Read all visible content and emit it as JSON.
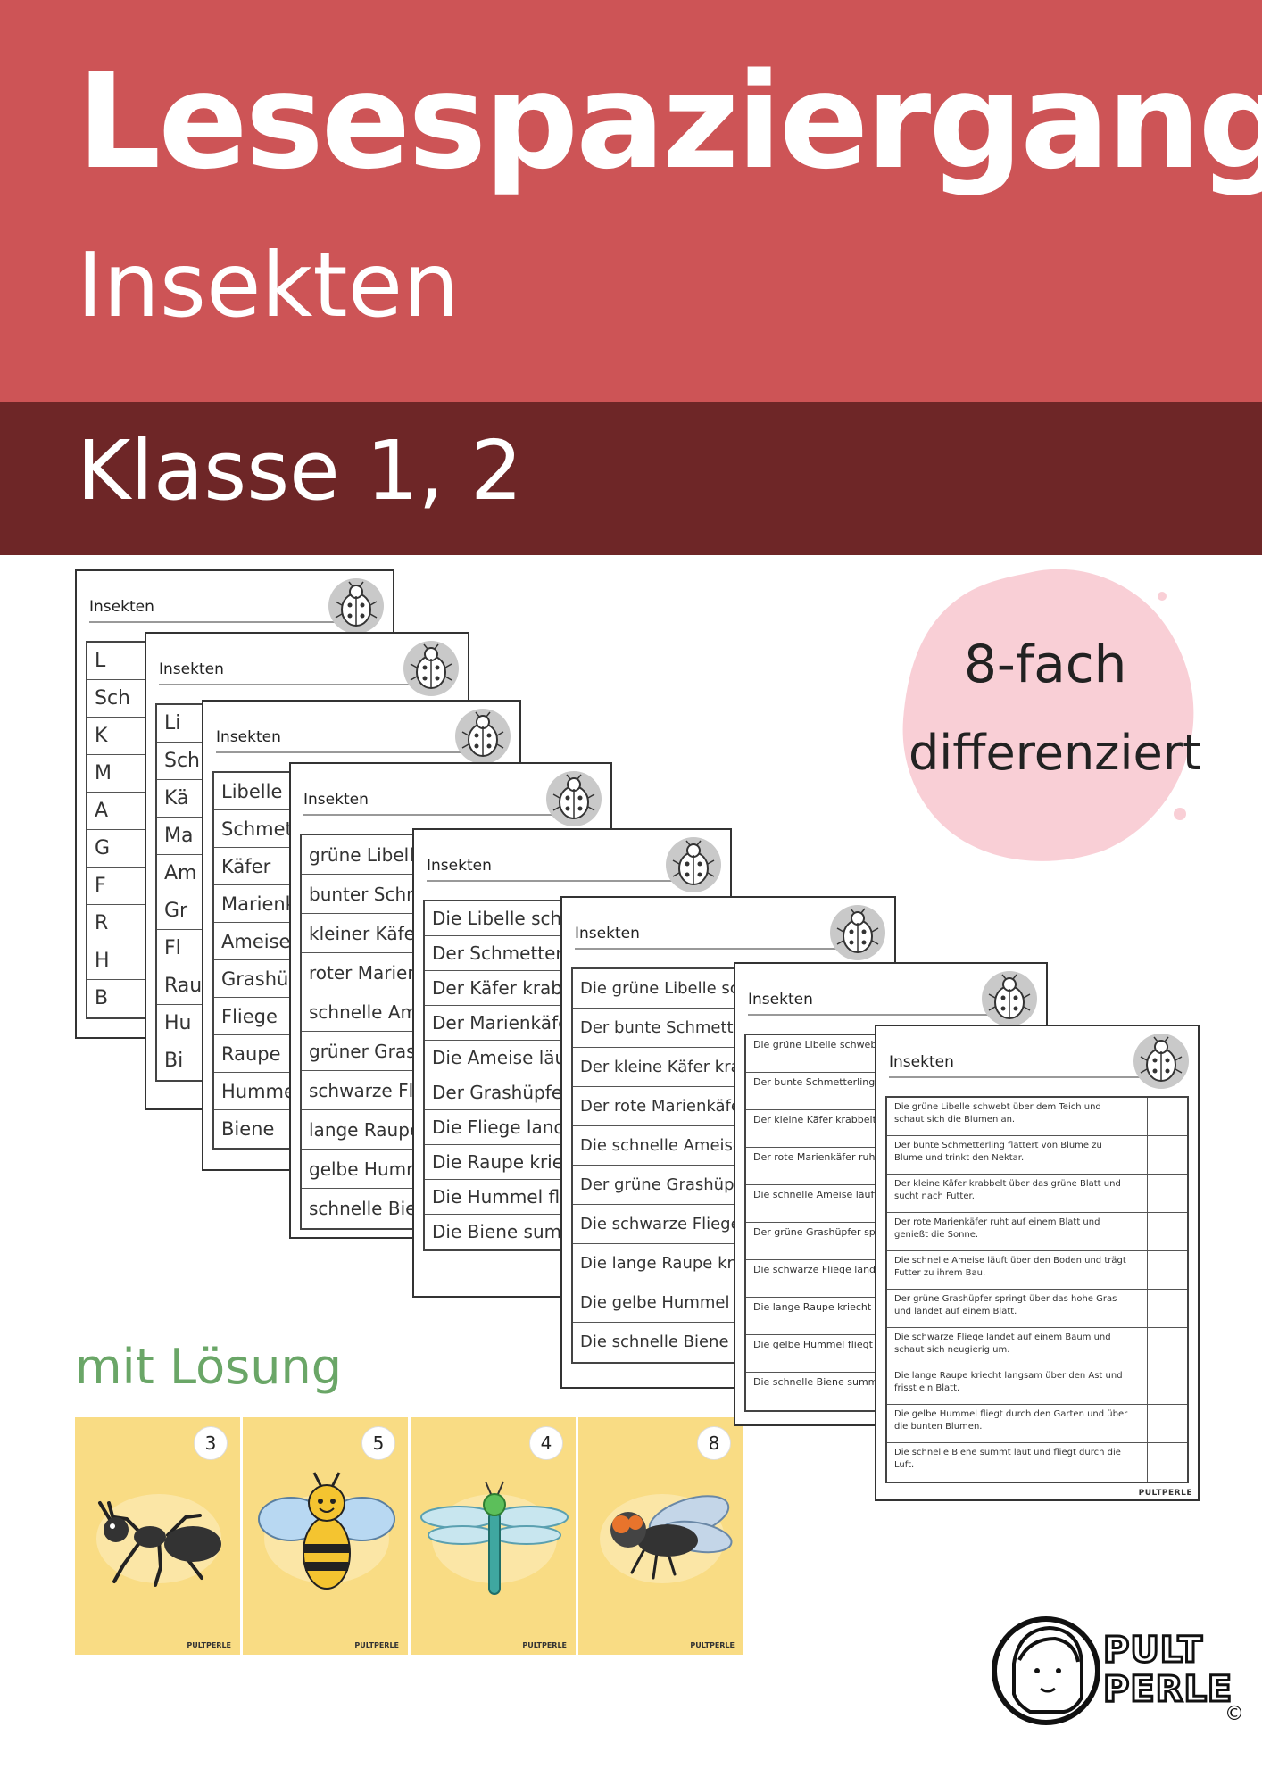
{
  "header": {
    "title": "Lesespaziergang",
    "subtitle": "Insekten",
    "grade": "Klasse 1, 2"
  },
  "sheet_title": "Insekten",
  "sheets": [
    {
      "rows": [
        "L",
        "Sch",
        "K",
        "M",
        "A",
        "G",
        "F",
        "R",
        "H",
        "B"
      ]
    },
    {
      "rows": [
        "Li",
        "Schm",
        "Kä",
        "Ma",
        "Am",
        "Gr",
        "Fl",
        "Rau",
        "Hu",
        "Bi"
      ]
    },
    {
      "rows": [
        "Libelle",
        "Schmetterling",
        "Käfer",
        "Marienkäfer",
        "Ameise",
        "Grashüpfer",
        "Fliege",
        "Raupe",
        "Hummel",
        "Biene"
      ]
    },
    {
      "rows": [
        "grüne Libelle",
        "bunter Schmetterling",
        "kleiner Käfer",
        "roter Marienkäfer",
        "schnelle Ameise",
        "grüner Grashüpfer",
        "schwarze Fliege",
        "lange Raupe",
        "gelbe Hummel",
        "schnelle Biene"
      ]
    },
    {
      "rows": [
        "Die Libelle schwebt.",
        "Der Schmetterling flattert.",
        "Der Käfer krabbelt.",
        "Der Marienkäfer ruht.",
        "Die Ameise läuft.",
        "Der Grashüpfer springt.",
        "Die Fliege landet.",
        "Die Raupe kriecht.",
        "Die Hummel fliegt.",
        "Die Biene summt."
      ]
    },
    {
      "rows": [
        "Die grüne Libelle schwebt.",
        "Der bunte Schmetterling flattert.",
        "Der kleine Käfer krabbelt.",
        "Der rote Marienkäfer ruht.",
        "Die schnelle Ameise läuft.",
        "Der grüne Grashüpfer springt.",
        "Die schwarze Fliege landet.",
        "Die lange Raupe kriecht.",
        "Die gelbe Hummel fliegt.",
        "Die schnelle Biene summt."
      ]
    },
    {
      "rows": [
        "Die grüne Libelle schwebt über",
        "Der bunte Schmetterling flattert",
        "Der kleine Käfer krabbelt über",
        "Der rote Marienkäfer ruht auf",
        "Die schnelle Ameise läuft über",
        "Der grüne Grashüpfer springt",
        "Die schwarze Fliege landet auf",
        "Die lange Raupe kriecht lang",
        "Die gelbe Hummel fliegt durch",
        "Die schnelle Biene summt laut"
      ]
    },
    {
      "rows": [
        "Die grüne Libelle schwebt über dem Teich und schaut sich die Blumen an.",
        "Der bunte Schmetterling flattert von Blume zu Blume und trinkt den Nektar.",
        "Der kleine Käfer krabbelt über das grüne Blatt und sucht nach Futter.",
        "Der rote Marienkäfer ruht auf einem Blatt und genießt die Sonne.",
        "Die schnelle Ameise läuft über den Boden und trägt Futter zu ihrem Bau.",
        "Der grüne Grashüpfer springt über das hohe Gras und landet auf einem Blatt.",
        "Die schwarze Fliege landet auf einem Baum und schaut sich neugierig um.",
        "Die lange Raupe kriecht langsam über den Ast und frisst ein Blatt.",
        "Die gelbe Hummel fliegt durch den Garten und über die bunten Blumen.",
        "Die schnelle Biene summt laut und fliegt durch die Luft."
      ]
    }
  ],
  "badge": {
    "line1": "8-fach",
    "line2": "differenziert"
  },
  "solution_label": "mit Lösung",
  "cards": [
    {
      "number": "3",
      "insect": "ant-icon"
    },
    {
      "number": "5",
      "insect": "bee-icon"
    },
    {
      "number": "4",
      "insect": "dragonfly-icon"
    },
    {
      "number": "8",
      "insect": "fly-icon"
    }
  ],
  "brand": {
    "line1": "PULT",
    "line2": "PERLE",
    "mini": "PULTPERLE",
    "copyright": "©"
  },
  "colors": {
    "header_top": "#cd5456",
    "header_bottom": "#6e2627",
    "badge_blob": "#f9cfd6",
    "solution_text": "#6aa667",
    "card_bg": "#f9dc84"
  }
}
